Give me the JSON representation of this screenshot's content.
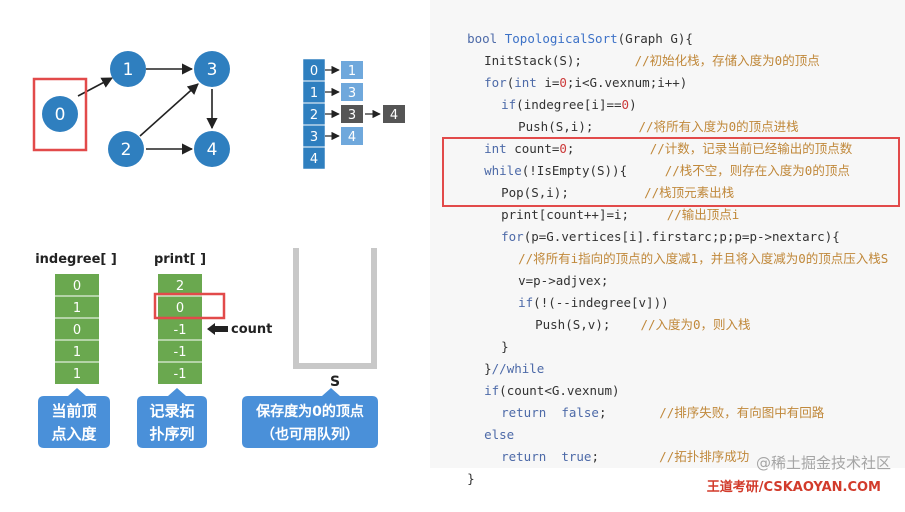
{
  "graph": {
    "nodes": [
      "0",
      "1",
      "2",
      "3",
      "4"
    ]
  },
  "adjacency": {
    "indices": [
      "0",
      "1",
      "2",
      "3",
      "4"
    ],
    "entries": [
      "1",
      "3",
      "3",
      "4",
      "4"
    ]
  },
  "indegree": {
    "title": "indegree[ ]",
    "values": [
      "0",
      "1",
      "0",
      "1",
      "1"
    ],
    "caption_line1": "当前顶",
    "caption_line2": "点入度"
  },
  "print": {
    "title": "print[ ]",
    "values": [
      "2",
      "0",
      "-1",
      "-1",
      "-1"
    ],
    "count_label": "count",
    "caption_line1": "记录拓",
    "caption_line2": "扑序列"
  },
  "stack": {
    "label": "S",
    "caption_line1": "保存度为0的顶点",
    "caption_line2": "（也可用队列）"
  },
  "colors": {
    "node": "#2f7fbf",
    "array_green": "#6aa84f",
    "caption_blue": "#4a90d9",
    "highlight_red": "#e24a4a",
    "adj_dark": "#555555",
    "adj_light": "#6fa8dc"
  },
  "code": {
    "l0": [
      "bool ",
      "TopologicalSort",
      "(Graph G){"
    ],
    "l1": [
      "InitStack(S);       ",
      "//初始化栈，存储入度为0的顶点"
    ],
    "l2": [
      "for",
      "(",
      "int",
      " i=",
      "0",
      ";i<G.vexnum;i++)"
    ],
    "l3": [
      "if",
      "(indegree[i]==",
      "0",
      ")"
    ],
    "l4": [
      "Push(S,i);      ",
      "//将所有入度为0的顶点进栈"
    ],
    "l5": [
      "int",
      " count=",
      "0",
      ";          ",
      "//计数，记录当前已经输出的顶点数"
    ],
    "l6": [
      "while",
      "(!IsEmpty(S)){     ",
      "//栈不空，则存在入度为0的顶点"
    ],
    "l7": [
      "Pop(S,i);          ",
      "//栈顶元素出栈"
    ],
    "l8": [
      "print[count++]=i;     ",
      "//输出顶点i"
    ],
    "l9": [
      "for",
      "(p=G.vertices[i].firstarc;p;p=p->nextarc){"
    ],
    "l10": [
      "//将所有i指向的顶点的入度减1，并且将入度减为0的顶点压入栈S"
    ],
    "l11": [
      "v=p->adjvex;"
    ],
    "l12": [
      "if",
      "(!(--indegree[v]))"
    ],
    "l13": [
      "Push(S,v);    ",
      "//入度为0，则入栈"
    ],
    "l14": [
      "}"
    ],
    "l15": [
      "}",
      "//while"
    ],
    "l16": [
      "if",
      "(count<G.vexnum)"
    ],
    "l17": [
      "return",
      "  ",
      "false",
      ";       ",
      "//排序失败，有向图中有回路"
    ],
    "l18": [
      "else"
    ],
    "l19": [
      "return",
      "  ",
      "true",
      ";        ",
      "//拓扑排序成功"
    ],
    "l20": [
      "}"
    ]
  },
  "watermark": "@稀土掘金技术社区",
  "brand": "王道考研/CSKAOYAN.COM"
}
